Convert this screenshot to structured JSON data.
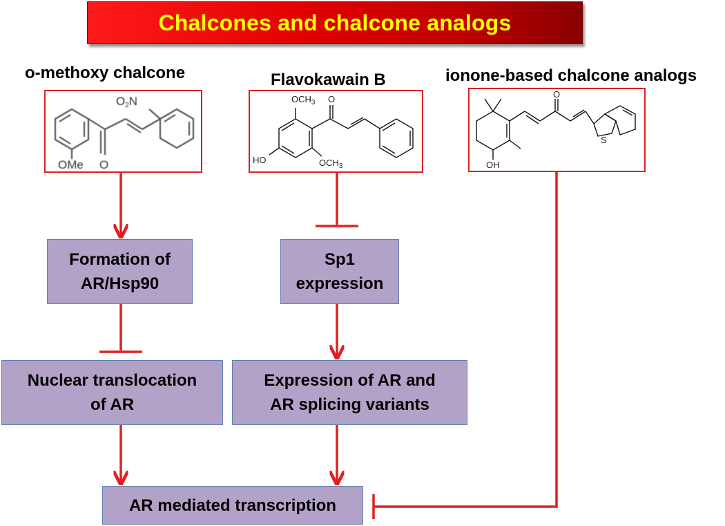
{
  "title": "Chalcones and chalcone analogs",
  "compounds": [
    {
      "name": "o-methoxy chalcone",
      "structure_labels": [
        "O2N",
        "OMe",
        "O"
      ]
    },
    {
      "name": "Flavokawain B",
      "structure_labels": [
        "OCH3",
        "O",
        "HO",
        "OCH3"
      ]
    },
    {
      "name": "ionone-based chalcone analogs",
      "structure_labels": [
        "O",
        "S",
        "OH"
      ]
    }
  ],
  "nodes": {
    "formation": "Formation of\nAR/Hsp90",
    "sp1": "Sp1\nexpression",
    "nuclear": "Nuclear translocation\nof AR",
    "expression": "Expression of  AR  and\nAR splicing variants",
    "transcription": "AR mediated transcription"
  },
  "colors": {
    "banner": "#e00000",
    "banner_text": "#ffff00",
    "arrow": "#e02020",
    "box_fill": "#b3a2c7",
    "box_border": "#5b7fb0"
  }
}
